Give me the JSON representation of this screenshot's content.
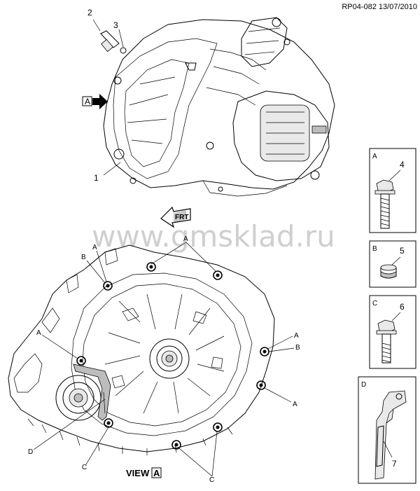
{
  "reference": "RP04-082 13/07/2010",
  "watermark": "www.gmsklad.ru",
  "view_label": "VIEW",
  "view_letter": "A",
  "arrow_a": "A",
  "frt": "FRT",
  "callouts": {
    "n1": "1",
    "n2": "2",
    "n3": "3"
  },
  "bolt_labels": {
    "a1": "A",
    "b1": "B",
    "a2": "A",
    "a3": "A",
    "b2": "B",
    "a4": "A",
    "a5": "A",
    "d1": "D",
    "c1": "C",
    "c2": "C"
  },
  "panels": [
    {
      "letter": "A",
      "number": "4"
    },
    {
      "letter": "B",
      "number": "5"
    },
    {
      "letter": "C",
      "number": "6"
    },
    {
      "letter": "D",
      "number": "7"
    }
  ]
}
